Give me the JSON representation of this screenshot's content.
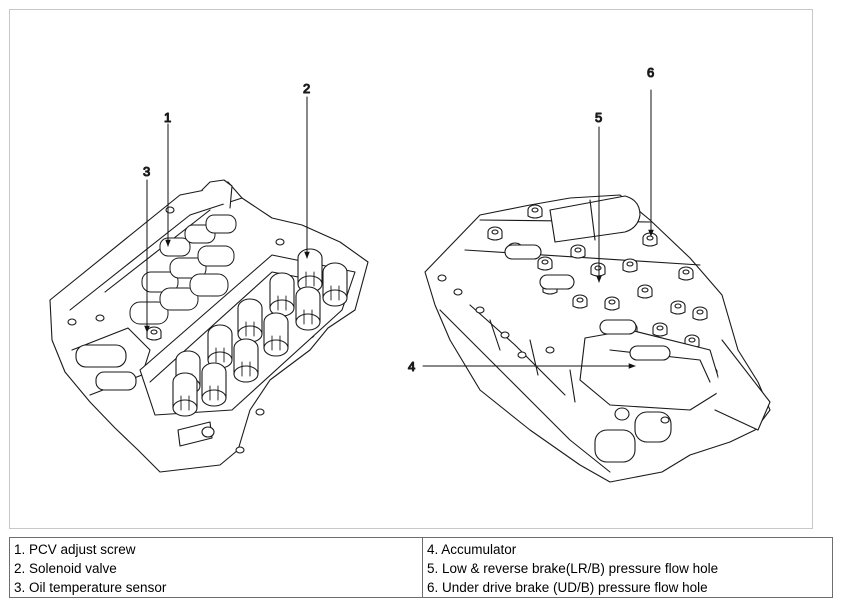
{
  "callouts": {
    "c1": "1",
    "c2": "2",
    "c3": "3",
    "c4": "4",
    "c5": "5",
    "c6": "6"
  },
  "legend": {
    "left": [
      "1. PCV adjust screw",
      "2. Solenoid valve",
      "3. Oil temperature sensor"
    ],
    "right": [
      "4. Accumulator",
      "5. Low & reverse brake(LR/B) pressure flow hole",
      "6. Under drive brake (UD/B) pressure flow hole"
    ]
  }
}
